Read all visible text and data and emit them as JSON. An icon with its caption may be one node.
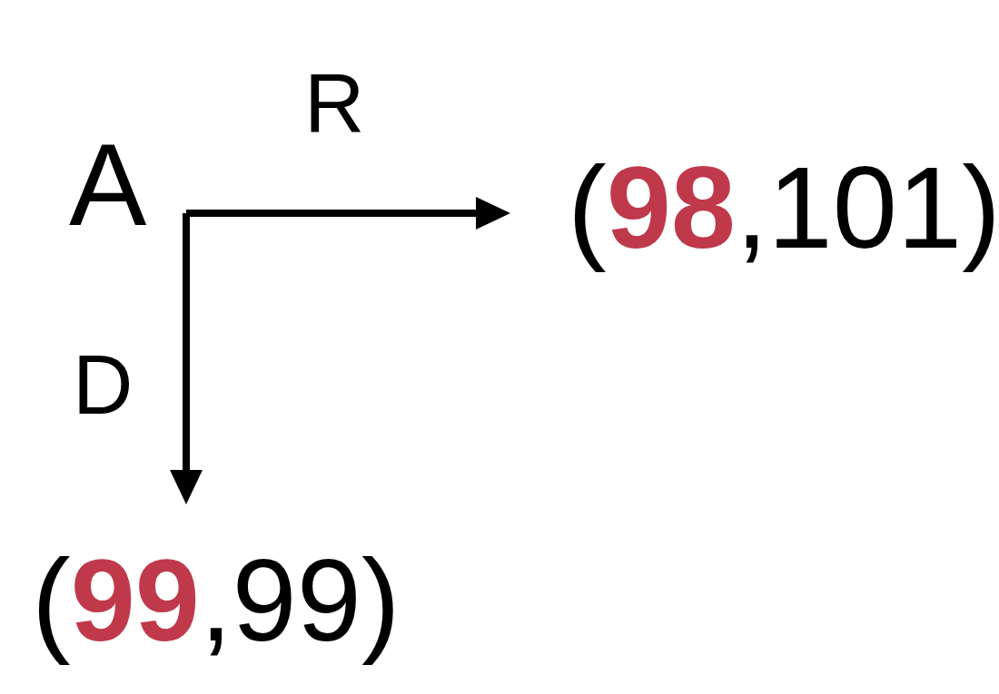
{
  "diagram": {
    "nodes": [
      {
        "text": [
          "A"
        ]
      },
      {
        "text": [
          "(**98**,101)"
        ]
      },
      {
        "text": [
          "(**99**,99)"
        ]
      }
    ],
    "edges": [
      {
        "from": 0,
        "to": 1,
        "arrow": "to",
        "label": "R"
      },
      {
        "from": 0,
        "to": 2,
        "arrow": "to",
        "label": "D"
      }
    ]
  }
}
